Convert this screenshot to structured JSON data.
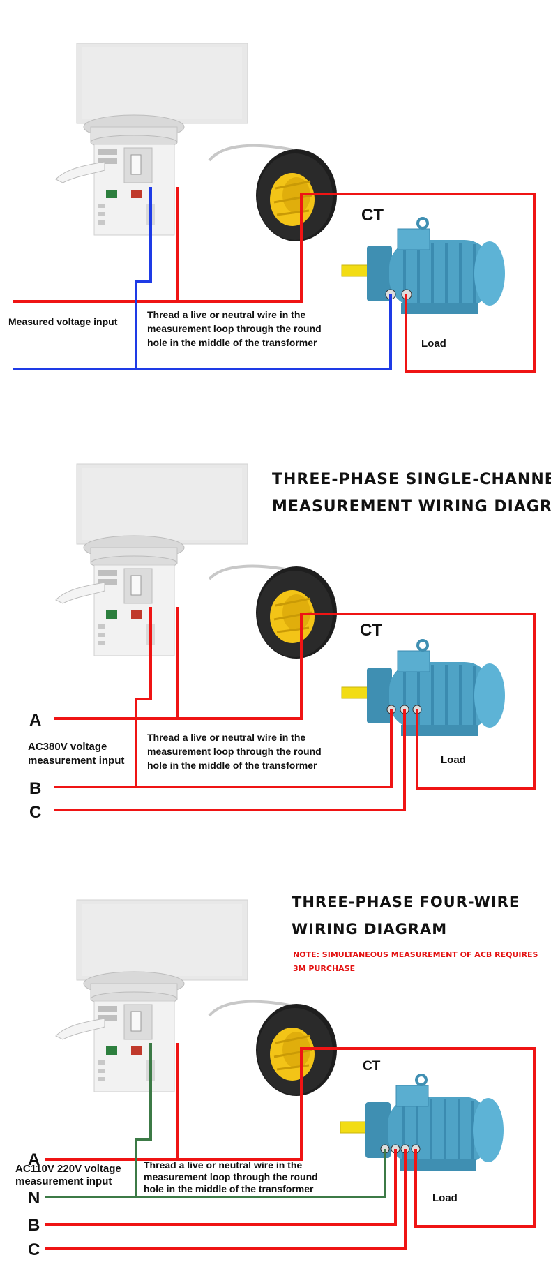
{
  "colors": {
    "live": "#ef1414",
    "neutral_blue": "#1e3be6",
    "neutral_green": "#3c7a46",
    "motor": "#4fa3c6",
    "device": "#e6e6e6"
  },
  "section1": {
    "ct_label": "CT",
    "load_label": "Load",
    "voltage_input_label": "Measured voltage input",
    "thread_note": [
      "Thread a live or neutral wire in the",
      "measurement loop through the round",
      "hole in the middle of the transformer"
    ]
  },
  "section2": {
    "title_lines": [
      "THREE-PHASE SINGLE-CHANNEL",
      "MEASUREMENT WIRING DIAGRAM"
    ],
    "ct_label": "CT",
    "load_label": "Load",
    "voltage_input_label": [
      "AC380V voltage",
      "measurement input"
    ],
    "phases": [
      "A",
      "B",
      "C"
    ],
    "thread_note": [
      "Thread a live or neutral wire in the",
      "measurement loop through the round",
      "hole in the middle of the transformer"
    ]
  },
  "section3": {
    "title_lines": [
      "THREE-PHASE FOUR-WIRE",
      "WIRING DIAGRAM"
    ],
    "note_lines": [
      "NOTE: SIMULTANEOUS MEASUREMENT OF ACB REQUIRES",
      "3M PURCHASE"
    ],
    "ct_label": "CT",
    "load_label": "Load",
    "voltage_input_label": [
      "AC110V 220V voltage",
      "measurement input"
    ],
    "phases": [
      "A",
      "N",
      "B",
      "C"
    ],
    "thread_note": [
      "Thread a live or neutral wire in the",
      "measurement loop through the round",
      "hole in the middle of the transformer"
    ]
  }
}
